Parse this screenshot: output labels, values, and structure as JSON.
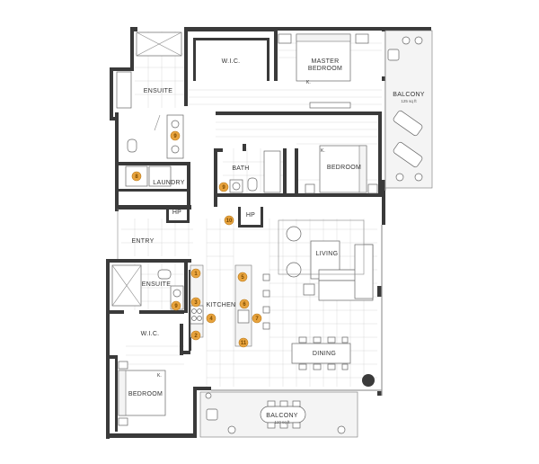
{
  "rooms": {
    "wic_top": "W.I.C.",
    "master_bedroom_1": "MASTER",
    "master_bedroom_2": "BEDROOM",
    "ensuite_top": "ENSUITE",
    "balcony_right": "BALCONY",
    "balcony_right_area": "125 sq ft",
    "bath": "BATH",
    "bedroom_mid": "BEDROOM",
    "laundry": "LAUNDRY",
    "hp_left": "HP",
    "hp_right": "HP",
    "entry": "ENTRY",
    "living": "LIVING",
    "ensuite_bottom": "ENSUITE",
    "kitchen": "KITCHEN",
    "wic_bottom": "W.I.C.",
    "dining": "DINING",
    "bedroom_bottom": "BEDROOM",
    "balcony_bottom": "BALCONY",
    "balcony_bottom_area": "110 sq ft"
  },
  "marks": {
    "k_master": "K.",
    "k_bedroom_mid": "K.",
    "k_bedroom_bottom": "K."
  },
  "badges": [
    "1",
    "2",
    "3",
    "4",
    "5",
    "6",
    "7",
    "8",
    "9",
    "9",
    "9",
    "10",
    "11"
  ],
  "colors": {
    "wall": "#3a3a3a",
    "badge_fill": "#e8a33d",
    "badge_stroke": "#b97a1c"
  }
}
